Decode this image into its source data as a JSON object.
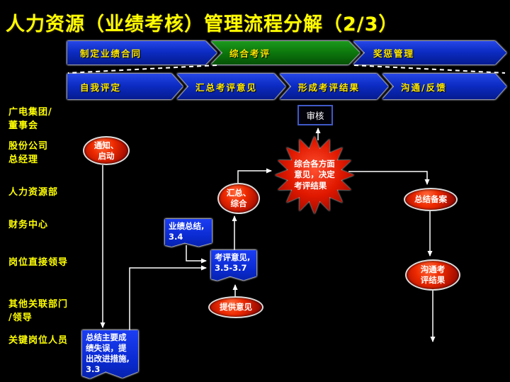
{
  "title": "人力资源（业绩考核）管理流程分解（2/3）",
  "stage_bar": {
    "stages": [
      {
        "label": "制定业绩合同",
        "state": "default"
      },
      {
        "label": "综合考评",
        "state": "active"
      },
      {
        "label": "奖惩管理",
        "state": "default"
      }
    ],
    "substages": [
      {
        "label": "自我评定"
      },
      {
        "label": "汇总考评意见"
      },
      {
        "label": "形成考评结果"
      },
      {
        "label": "沟通/反馈"
      }
    ]
  },
  "lanes": [
    {
      "label": "广电集团/\n董事会"
    },
    {
      "label": "股份公司\n总经理"
    },
    {
      "label": "人力资源部"
    },
    {
      "label": "财务中心"
    },
    {
      "label": "岗位直接领导"
    },
    {
      "label": "其他关联部门\n/领导"
    },
    {
      "label": "关键岗位人员"
    }
  ],
  "nodes": {
    "review": "审核",
    "notify_start": "通知、\n启动",
    "decide_result": "综合各方面\n意见，决定\n考评结果",
    "aggregate": "汇总、\n综合",
    "archive_summary": "总结备案",
    "perf_summary": "业绩总结,\n3.4",
    "appraisal_opinion": "考评意见,\n3.5-3.7",
    "provide_opinion": "提供意见",
    "communicate_result": "沟通考\n评结果",
    "self_summary": "总结主要成\n绩失误，提\n出改进措施,\n3.3"
  },
  "colors": {
    "title_yellow": "#ffff00",
    "stage_blue": "#0c2cc4",
    "stage_active_green": "#0d7a0d",
    "node_red": "#e01800",
    "doc_blue": "#0a2ad0",
    "lane_label_yellow": "#ffff00",
    "connector_white": "#ffffff"
  }
}
